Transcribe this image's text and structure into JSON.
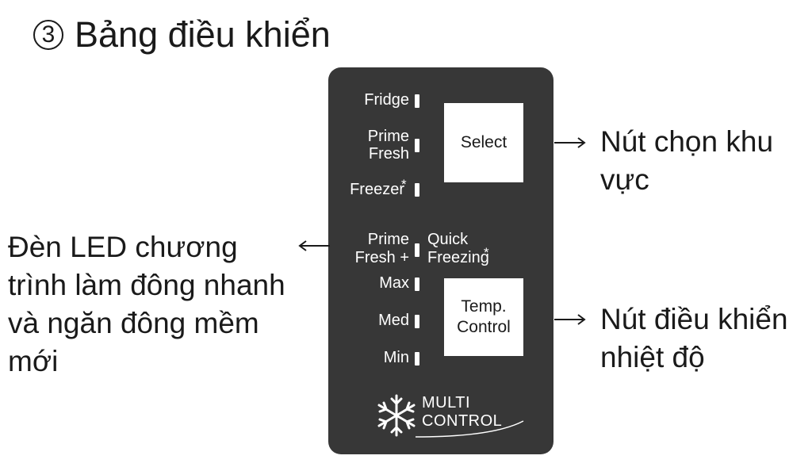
{
  "title": {
    "number": "3",
    "text": "Bảng điều khiển"
  },
  "panel": {
    "zone_labels": [
      "Fridge",
      "Prime",
      "Fresh",
      "Freezer",
      "*"
    ],
    "mode_labels": {
      "prime": "Prime",
      "fresh_plus": "Fresh +",
      "quick": "Quick",
      "freezing": "Freezing",
      "star": "*"
    },
    "temp_labels": [
      "Max",
      "Med",
      "Min"
    ],
    "select_button": "Select",
    "temp_button": [
      "Temp.",
      "Control"
    ],
    "logo": [
      "MULTI",
      "CONTROL"
    ]
  },
  "annotations": {
    "select": [
      "Nút chọn khu",
      "vực"
    ],
    "temp": [
      "Nút điều khiển",
      "nhiệt độ"
    ],
    "led": [
      "Đèn LED chương",
      "trình làm đông nhanh",
      "và ngăn đông mềm",
      "mới"
    ]
  },
  "colors": {
    "panel": "#373737",
    "text": "#1a1a1a",
    "panel_text": "#ffffff"
  },
  "icons": [
    "snowflake-icon",
    "arrow-right-icon",
    "arrow-left-icon"
  ]
}
